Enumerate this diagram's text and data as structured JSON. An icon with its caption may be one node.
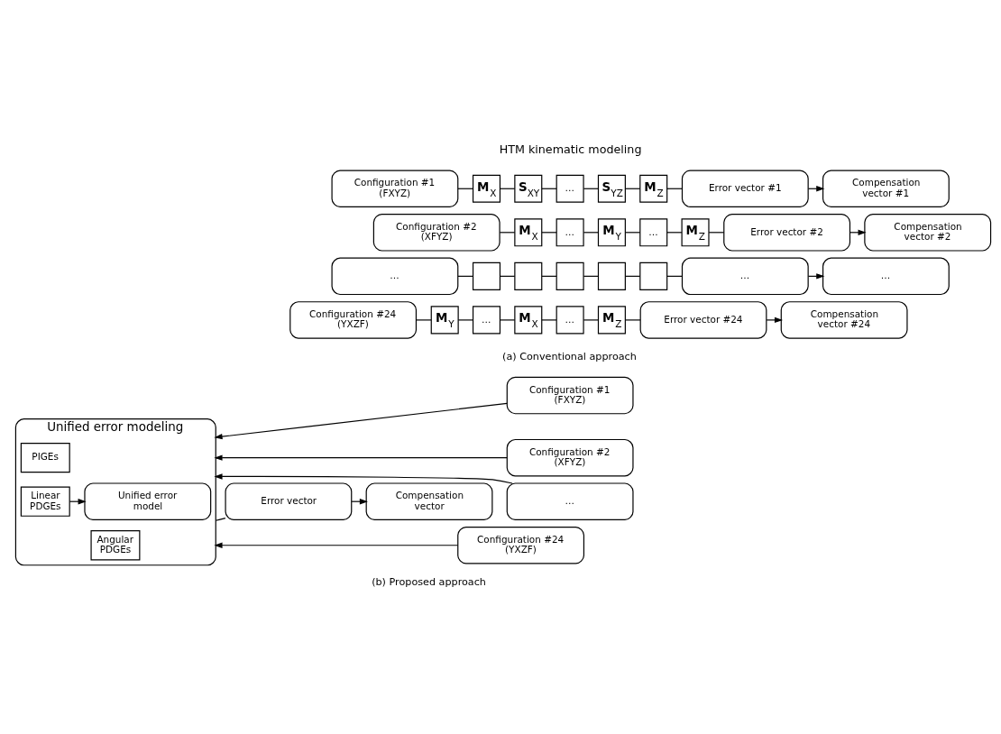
{
  "diagram": {
    "nodes": [
      {
        "text": [
          "Configuration #1 (FXYZ)"
        ]
      },
      {
        "text": [
          "**M**$_{X}$"
        ]
      },
      {
        "text": [
          "**S**$_{XY}$"
        ]
      },
      {
        "text": [
          "…"
        ]
      },
      {
        "text": [
          "**S**$_{YZ}$"
        ]
      },
      {
        "text": [
          "**M**$_{Z}$"
        ]
      },
      {
        "text": [
          "Error vector #1"
        ]
      },
      {
        "text": [
          "Compensation vector #1"
        ]
      },
      {
        "text": [
          "Configuration #2 (XFYZ)"
        ]
      },
      {
        "text": [
          "**M**$_{X}$"
        ]
      },
      {
        "text": [
          "…"
        ]
      },
      {
        "text": [
          "**M**$_{Y}$"
        ]
      },
      {
        "text": [
          "…"
        ]
      },
      {
        "text": [
          "**M**$_{Z}$"
        ]
      },
      {
        "text": [
          "Error vector #2"
        ]
      },
      {
        "text": [
          "Compensation vector #2"
        ]
      },
      {
        "text": [
          "…"
        ]
      },
      {
        "text": [],
        "shape": "box"
      },
      {
        "text": [],
        "shape": "box"
      },
      {
        "text": [],
        "shape": "box"
      },
      {
        "text": [],
        "shape": "box"
      },
      {
        "text": [],
        "shape": "box"
      },
      {
        "text": [
          "…"
        ]
      },
      {
        "text": [
          "…"
        ]
      },
      {
        "text": [
          "Configuration #24 (YXZF)"
        ]
      },
      {
        "text": [
          "**M**$_{Y}$"
        ]
      },
      {
        "text": [
          "…"
        ]
      },
      {
        "text": [
          "**M**$_{X}$"
        ]
      },
      {
        "text": [
          "…"
        ]
      },
      {
        "text": [
          "**M**$_{Z}$"
        ]
      },
      {
        "text": [
          "Error vector #24"
        ]
      },
      {
        "text": [
          "Compensation vector #24"
        ]
      },
      {
        "text": [
          "Configuration #1 (FXYZ)"
        ]
      },
      {
        "text": [
          "Configuration #2 (XFYZ)"
        ]
      },
      {
        "text": [
          "…"
        ]
      },
      {
        "text": [
          "Configuration #24 (YXZF)"
        ]
      },
      {
        "text": [
          "Unified error modeling"
        ]
      },
      {
        "text": [
          "PIGEs"
        ],
        "in": 36
      },
      {
        "text": [
          "Linear PDGEs"
        ],
        "in": 36
      },
      {
        "text": [
          "Angular PDGEs"
        ],
        "in": 36
      },
      {
        "text": [
          "Unified error model"
        ],
        "in": 36
      },
      {
        "text": [
          "Error vector"
        ]
      },
      {
        "text": [
          "Compensation vector"
        ]
      }
    ],
    "edges": [
      {
        "from": 0,
        "to": 1,
        "arrow": "none"
      },
      {
        "from": 1,
        "to": 2,
        "arrow": "none"
      },
      {
        "from": 2,
        "to": 3,
        "arrow": "none"
      },
      {
        "from": 3,
        "to": 4,
        "arrow": "none"
      },
      {
        "from": 4,
        "to": 5,
        "arrow": "none"
      },
      {
        "from": 5,
        "to": 6,
        "arrow": "none"
      },
      {
        "from": 6,
        "to": 7,
        "arrow": "to"
      },
      {
        "from": 8,
        "to": 9,
        "arrow": "none"
      },
      {
        "from": 9,
        "to": 10,
        "arrow": "none"
      },
      {
        "from": 10,
        "to": 11,
        "arrow": "none"
      },
      {
        "from": 11,
        "to": 12,
        "arrow": "none"
      },
      {
        "from": 12,
        "to": 13,
        "arrow": "none"
      },
      {
        "from": 13,
        "to": 14,
        "arrow": "none"
      },
      {
        "from": 14,
        "to": 15,
        "arrow": "to"
      },
      {
        "from": 16,
        "to": 17,
        "arrow": "none"
      },
      {
        "from": 17,
        "to": 18,
        "arrow": "none"
      },
      {
        "from": 18,
        "to": 19,
        "arrow": "none"
      },
      {
        "from": 19,
        "to": 20,
        "arrow": "none"
      },
      {
        "from": 20,
        "to": 21,
        "arrow": "none"
      },
      {
        "from": 21,
        "to": 22,
        "arrow": "none"
      },
      {
        "from": 22,
        "to": 23,
        "arrow": "to"
      },
      {
        "from": 24,
        "to": 25,
        "arrow": "none"
      },
      {
        "from": 25,
        "to": 26,
        "arrow": "none"
      },
      {
        "from": 26,
        "to": 27,
        "arrow": "none"
      },
      {
        "from": 27,
        "to": 28,
        "arrow": "none"
      },
      {
        "from": 28,
        "to": 29,
        "arrow": "none"
      },
      {
        "from": 29,
        "to": 30,
        "arrow": "none"
      },
      {
        "from": 30,
        "to": 31,
        "arrow": "to"
      },
      {
        "from": 32,
        "to": 36,
        "arrow": "to"
      },
      {
        "from": 33,
        "to": 36,
        "arrow": "to"
      },
      {
        "from": 34,
        "to": 36,
        "arrow": "to"
      },
      {
        "from": 35,
        "to": 36,
        "arrow": "to"
      },
      {
        "from": 38,
        "to": 40,
        "arrow": "to"
      },
      {
        "from": 36,
        "to": 41,
        "arrow": "none"
      },
      {
        "from": 41,
        "to": 42,
        "arrow": "to"
      }
    ],
    "labels": [
      "HTM kinematic modeling",
      "(a) Conventional approach",
      "(b) Proposed approach"
    ]
  }
}
